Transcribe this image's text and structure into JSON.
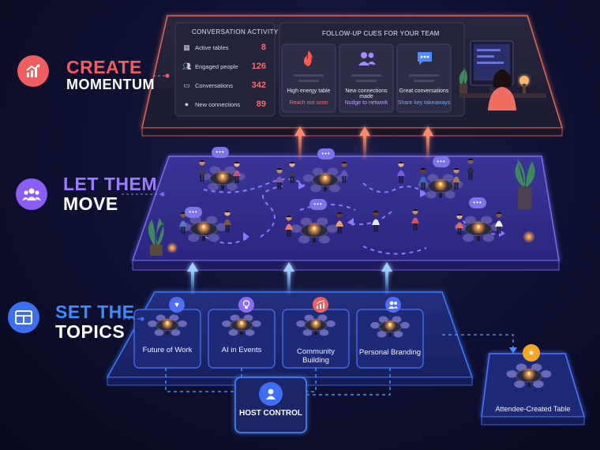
{
  "steps": [
    {
      "line1": "CREATE",
      "line2": "MOMENTUM",
      "accent": "#f25d5d",
      "icon": "chart-growth-icon"
    },
    {
      "line1": "LET THEM",
      "line2": "MOVE",
      "accent": "#8b5cf6",
      "icon": "people-group-icon"
    },
    {
      "line1": "SET THE",
      "line2": "TOPICS",
      "accent": "#3b6ff5",
      "icon": "table-grid-icon"
    }
  ],
  "conversation_activity": {
    "title": "CONVERSATION ACTIVITY",
    "rows": [
      {
        "label": "Active tables",
        "value": "8",
        "icon": "table-icon"
      },
      {
        "label": "Engaged people",
        "value": "126",
        "icon": "people-icon"
      },
      {
        "label": "Conversations",
        "value": "342",
        "icon": "chat-icon"
      },
      {
        "label": "New connections",
        "value": "89",
        "icon": "speech-bubble-icon"
      }
    ]
  },
  "follow_up": {
    "title": "FOLLOW-UP CUES FOR YOUR TEAM",
    "cards": [
      {
        "label": "High energy table",
        "action": "Reach out soon",
        "icon": "flame-icon",
        "color": "#ff6a5a"
      },
      {
        "label": "New connections made",
        "action": "Nudge to network",
        "icon": "people-icon",
        "color": "#a38cff"
      },
      {
        "label": "Great conversations",
        "action": "Share key takeaways",
        "icon": "chat-icon",
        "color": "#5aa8ff"
      }
    ]
  },
  "topics": [
    {
      "label": "Future of Work",
      "icon": "heart-icon",
      "color": "#4f6ef7"
    },
    {
      "label": "AI in Events",
      "icon": "lightbulb-icon",
      "color": "#8a6cf7"
    },
    {
      "label": "Community Building",
      "icon": "chart-growth-icon",
      "color": "#f25d5d"
    },
    {
      "label": "Personal Branding",
      "icon": "people-icon",
      "color": "#4f6ef7"
    }
  ],
  "host": {
    "label": "HOST CONTROL",
    "icon": "user-icon"
  },
  "attendee_table": {
    "label": "Attendee-Created Table",
    "icon": "star-icon"
  },
  "colors": {
    "background": "#0b0d24",
    "momentum_accent": "#f25d5d",
    "move_accent": "#8b5cf6",
    "topics_accent": "#3b6ff5",
    "glow_arrow_red": "#ff7a5c",
    "glow_arrow_blue": "#5aa8ff"
  }
}
